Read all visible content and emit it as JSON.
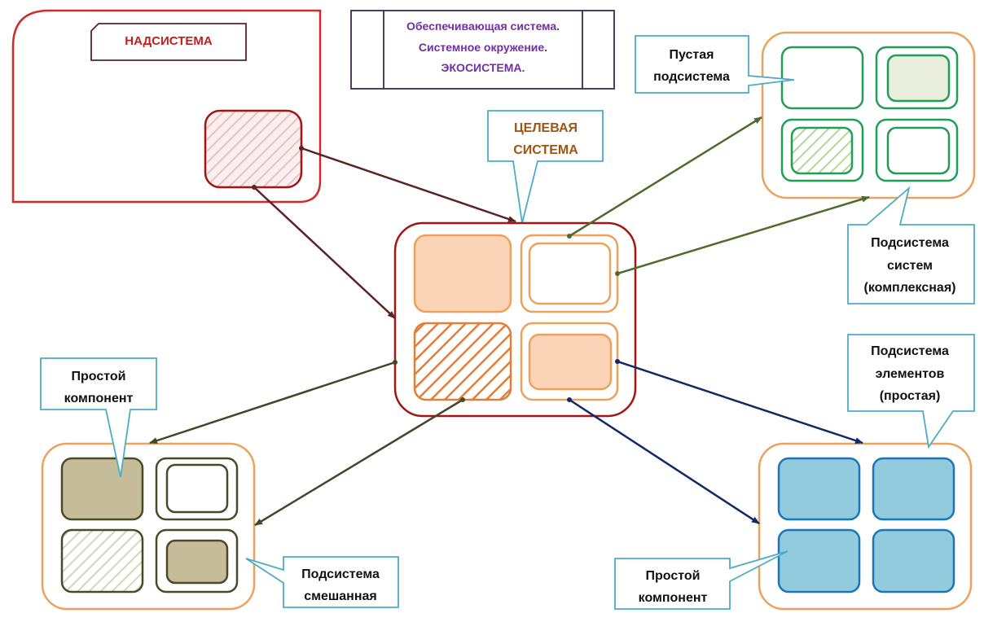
{
  "nadsistema": {
    "label": "НАДСИСТЕМА"
  },
  "ecosystem": {
    "lines": [
      "Обеспечивающая система.",
      "Системное окружение.",
      "ЭКОСИСТЕМА."
    ]
  },
  "target": {
    "lines": [
      "ЦЕЛЕВАЯ",
      "СИСТЕМА"
    ]
  },
  "callouts": {
    "empty_subsystem": [
      "Пустая",
      "подсистема"
    ],
    "complex_subsystem": [
      "Подсистема",
      "систем",
      "(комплексная)"
    ],
    "simple_elements": [
      "Подсистема",
      "элементов",
      "(простая)"
    ],
    "simple_component_left": [
      "Простой",
      "компонент"
    ],
    "mixed_subsystem": [
      "Подсистема",
      "смешанная"
    ],
    "simple_component_right": [
      "Простой",
      "компонент"
    ]
  },
  "colors": {
    "red": "#c62828",
    "dark_red": "#a31515",
    "orange": "#eba25c",
    "peach": "#fbd3b6",
    "hatch_orange": "#e07f38",
    "green": "#1f9e55",
    "light_green_fill": "#e9efdc",
    "olive_arrow": "#4e6b2a",
    "olive": "#4a4a2a",
    "khaki": "#c5bd99",
    "blue": "#1b75b8",
    "light_blue": "#92cbde",
    "navy": "#102a66",
    "callout_border": "#4bacc6",
    "ecosystem_text": "#7030a0",
    "ecosystem_border": "#3b2a4a",
    "target_text": "#9c5513",
    "brown_arrow": "#5b2323"
  }
}
